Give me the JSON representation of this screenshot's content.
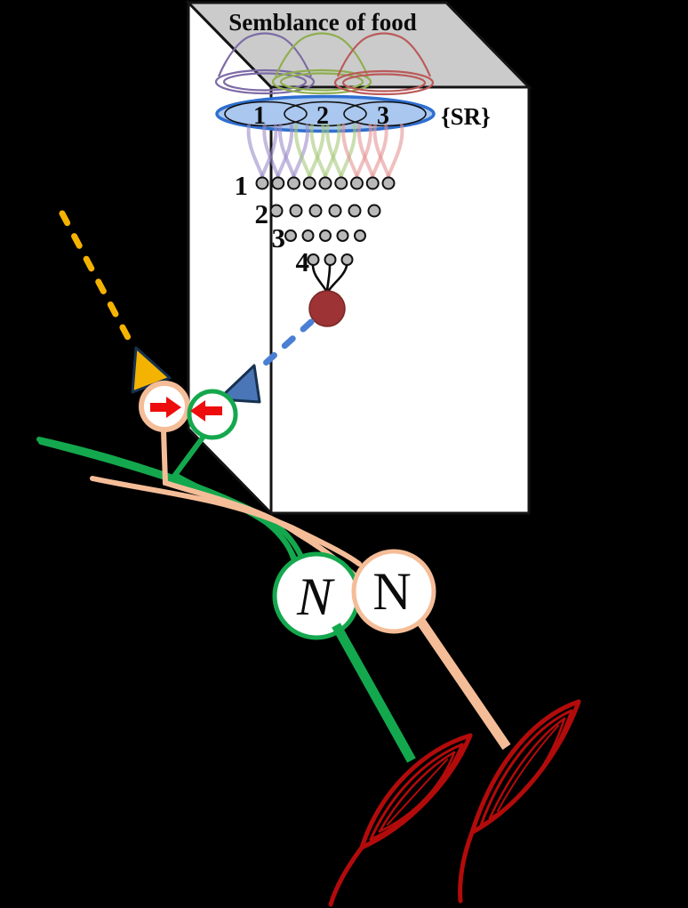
{
  "box": {
    "title": "Semblance of food"
  },
  "sensory_register": {
    "label": "{SR}",
    "sets": [
      {
        "number": "1"
      },
      {
        "number": "2"
      },
      {
        "number": "3"
      }
    ]
  },
  "neuron_rows": [
    {
      "label": "1",
      "count": 9
    },
    {
      "label": "2",
      "count": 6
    },
    {
      "label": "3",
      "count": 5
    },
    {
      "label": "4",
      "count": 3
    }
  ],
  "motor_neurons": [
    {
      "label": "N"
    },
    {
      "label": "N"
    }
  ],
  "colors": {
    "background": "#000000",
    "box_top_face": "#cbcbcb",
    "box_face": "#ffffff",
    "sr_ellipse_fill": "#a9c7ef",
    "sr_ellipse_stroke": "#2e6fd0",
    "cone_purple": "#7d6ba6",
    "cone_green": "#8fae4e",
    "cone_red": "#bb5a5a",
    "fan_purple": "#9b8cc8",
    "fan_green": "#a7c879",
    "fan_red": "#e59494",
    "granule_fill": "#b9b9b9",
    "soma": "#9d3335",
    "dash_blue": "#4a7fd4",
    "triangle_blue": "#4a76b8",
    "dash_yellow": "#f4b203",
    "triangle_border": "#16314e",
    "peach": "#f4bd98",
    "green": "#14a84e",
    "arrow_red": "#ee0d0d",
    "muscle_red": "#b30b0b"
  }
}
